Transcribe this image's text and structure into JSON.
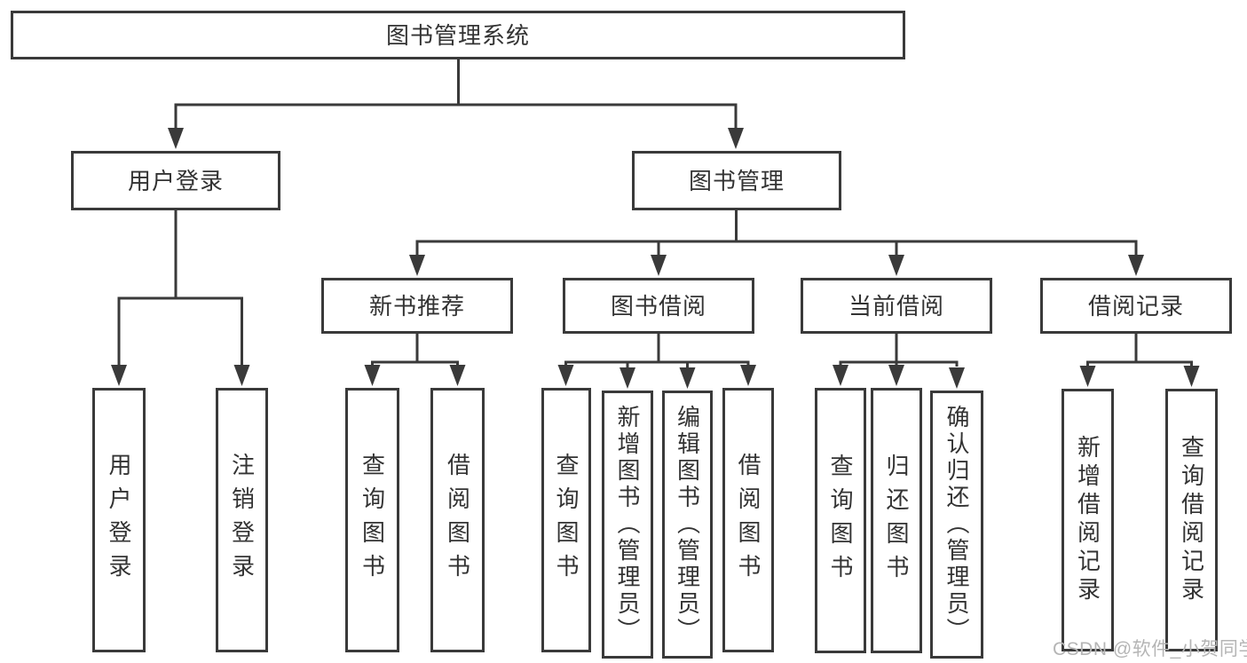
{
  "diagram_title": "图书管理系统",
  "tree": {
    "label": "图书管理系统",
    "children": [
      {
        "label": "用户登录",
        "children": [
          {
            "label": "用户登录"
          },
          {
            "label": "注销登录"
          }
        ]
      },
      {
        "label": "图书管理",
        "children": [
          {
            "label": "新书推荐",
            "children": [
              {
                "label": "查询图书"
              },
              {
                "label": "借阅图书"
              }
            ]
          },
          {
            "label": "图书借阅",
            "children": [
              {
                "label": "查询图书"
              },
              {
                "label": "新增图书（管理员）"
              },
              {
                "label": "编辑图书（管理员）"
              },
              {
                "label": "借阅图书"
              }
            ]
          },
          {
            "label": "当前借阅",
            "children": [
              {
                "label": "查询图书"
              },
              {
                "label": "归还图书"
              },
              {
                "label": "确认归还（管理员）"
              }
            ]
          },
          {
            "label": "借阅记录",
            "children": [
              {
                "label": "新增借阅记录"
              },
              {
                "label": "查询借阅记录"
              }
            ]
          }
        ]
      }
    ]
  },
  "watermark": "CSDN @软件_小贺同学",
  "colors": {
    "line": "#3a3a3a",
    "text": "#333333",
    "background": "#ffffff",
    "watermark": "#b5b5b5"
  }
}
